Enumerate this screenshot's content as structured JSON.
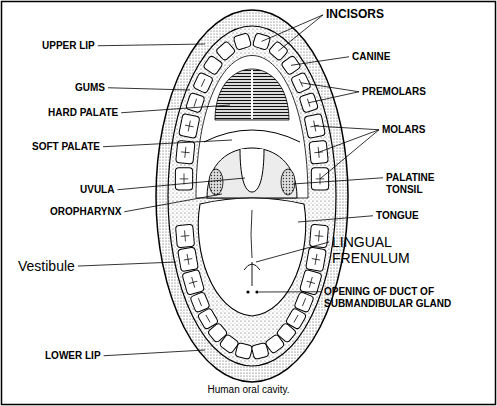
{
  "diagram": {
    "caption": "Human oral cavity.",
    "labels": [
      "UPPER LIP",
      "GUMS",
      "HARD PALATE",
      "SOFT PALATE",
      "UVULA",
      "OROPHARYNX",
      "Vestibule",
      "LOWER LIP",
      "INCISORS",
      "CANINE",
      "PREMOLARS",
      "MOLARS",
      "PALATINE TONSIL",
      "TONGUE",
      "LINGUAL FRENULUM",
      "OPENING OF DUCT OF SUBMANDIBULAR GLAND"
    ]
  }
}
